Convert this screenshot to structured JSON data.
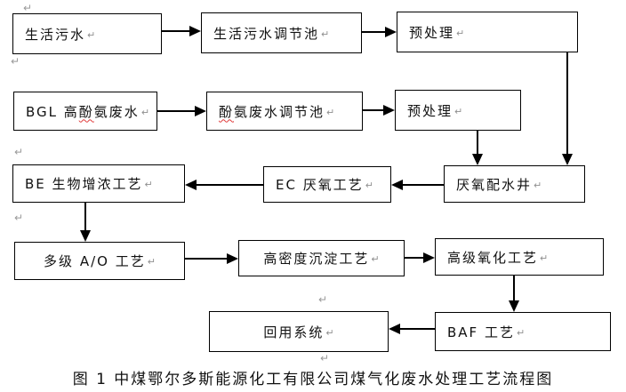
{
  "caption": "图 1  中煤鄂尔多斯能源化工有限公司煤气化废水处理工艺流程图",
  "marks": {
    "return_mark": "↵"
  },
  "colors": {
    "line": "#000000",
    "box_border": "#000000",
    "spellcheck_underline": "#e03a3a",
    "paragraph_mark": "#9a9a9a",
    "background": "#ffffff"
  },
  "boxes": [
    {
      "id": "domestic-sewage",
      "label": "生活污水"
    },
    {
      "id": "domestic-sewage-regulating-tank",
      "label": "生活污水调节池"
    },
    {
      "id": "pretreatment-top",
      "label": "预处理"
    },
    {
      "id": "bgl-high-phenol-ammonia-wastewater",
      "label_pre": "BGL 高",
      "label_marked": "酚",
      "label_post": "氨废水"
    },
    {
      "id": "phenol-ammonia-regulating-tank",
      "label_pre": "",
      "label_marked": "酚",
      "label_post": "氨废水调节池"
    },
    {
      "id": "pretreatment-second",
      "label": "预处理"
    },
    {
      "id": "be-bio-enrichment-process",
      "label": "BE 生物增浓工艺"
    },
    {
      "id": "ec-anaerobic-process",
      "label": "EC 厌氧工艺"
    },
    {
      "id": "anaerobic-water-distribution-well",
      "label": "厌氧配水井"
    },
    {
      "id": "multistage-ao-process",
      "label": "多级 A/O 工艺"
    },
    {
      "id": "high-density-sedimentation-process",
      "label": "高密度沉淀工艺"
    },
    {
      "id": "advanced-oxidation-process",
      "label": "高级氧化工艺"
    },
    {
      "id": "reuse-system",
      "label": "回用系统"
    },
    {
      "id": "baf-process",
      "label": "BAF 工艺"
    }
  ]
}
